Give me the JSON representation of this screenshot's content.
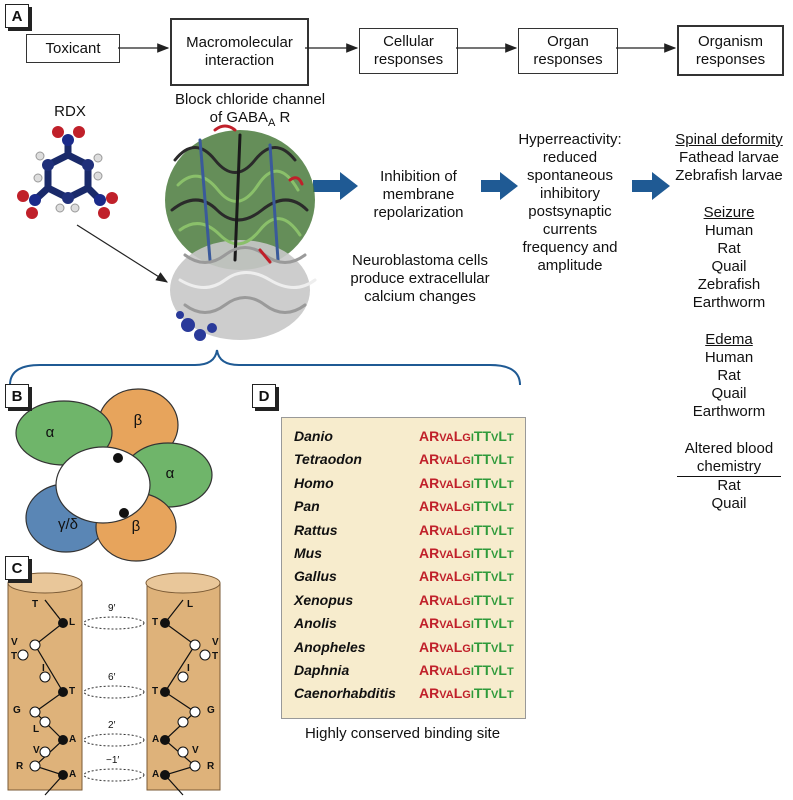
{
  "panels": {
    "a": "A",
    "b": "B",
    "c": "C",
    "d": "D"
  },
  "flow": {
    "toxicant": "Toxicant",
    "macro_l1": "Macromolecular",
    "macro_l2": "interaction",
    "cellular_l1": "Cellular",
    "cellular_l2": "responses",
    "organ_l1": "Organ",
    "organ_l2": "responses",
    "organism_l1": "Organism",
    "organism_l2": "responses"
  },
  "rdx_label": "RDX",
  "block_l1": "Block chloride channel",
  "block_l2": "of GABA",
  "block_sub": "A",
  "block_r": " R",
  "cellular_text": {
    "l1": "Inhibition of",
    "l2": "membrane",
    "l3": "repolarization",
    "n1": "Neuroblastoma cells",
    "n2": "produce extracellular",
    "n3": "calcium changes"
  },
  "organ_text": [
    "Hyperreactivity:",
    "reduced",
    "spontaneous",
    "inhibitory",
    "postsynaptic",
    "currents",
    "frequency and",
    "amplitude"
  ],
  "organism": {
    "spinal_title": "Spinal deformity",
    "spinal_items": [
      "Fathead larvae",
      "Zebrafish larvae"
    ],
    "seizure_title": "Seizure",
    "seizure_items": [
      "Human",
      "Rat",
      "Quail",
      "Zebrafish",
      "Earthworm"
    ],
    "edema_title": "Edema",
    "edema_items": [
      "Human",
      "Rat",
      "Quail",
      "Earthworm"
    ],
    "blood_l1": "Altered blood",
    "blood_l2": "chemistry",
    "blood_items": [
      "Rat",
      "Quail"
    ]
  },
  "subunits": {
    "alpha": "α",
    "beta": "β",
    "gamma_delta": "γ/δ"
  },
  "helix": {
    "left_letters": [
      "T",
      "L",
      "V",
      "T",
      "I",
      "T",
      "G",
      "L",
      "A",
      "V",
      "R",
      "A"
    ],
    "right_letters": [
      "T",
      "L",
      "V",
      "T",
      "I",
      "T",
      "G",
      "A",
      "V",
      "A",
      "R"
    ],
    "positions": [
      "9′",
      "6′",
      "2′",
      "−1′"
    ]
  },
  "sequences": [
    {
      "species": "Danio"
    },
    {
      "species": "Tetraodon"
    },
    {
      "species": "Homo"
    },
    {
      "species": "Pan"
    },
    {
      "species": "Rattus"
    },
    {
      "species": "Mus"
    },
    {
      "species": "Gallus"
    },
    {
      "species": "Xenopus"
    },
    {
      "species": "Anolis"
    },
    {
      "species": "Anopheles"
    },
    {
      "species": "Daphnia"
    },
    {
      "species": "Caenorhabditis"
    }
  ],
  "sequence_text": "ARVALGITTVLT",
  "seq_caption": "Highly conserved binding site",
  "colors": {
    "arrow_blue": "#1f5a94",
    "alpha_green": "#6fb56a",
    "beta_orange": "#e7a45c",
    "gamma_blue": "#5a86b5",
    "cylinder": "#deb27a",
    "seq_bg": "#f7eccd"
  }
}
